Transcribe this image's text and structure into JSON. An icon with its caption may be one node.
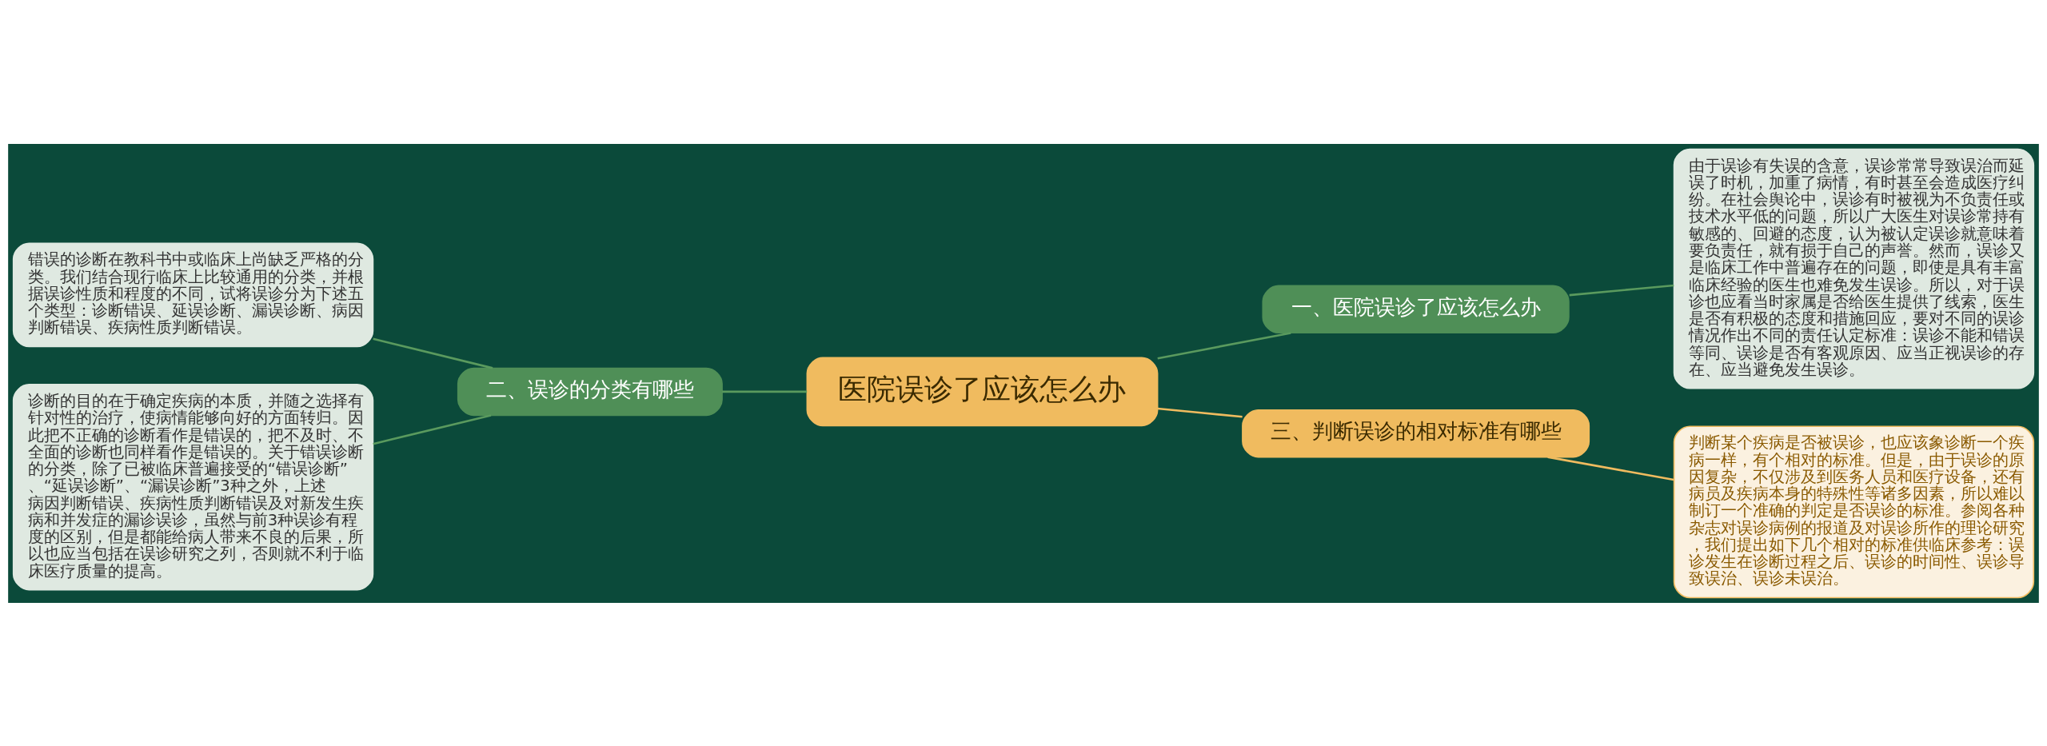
{
  "diagram": {
    "nodes": [
      {
        "text": [
          "医院误诊了应该怎么办"
        ]
      },
      {
        "text": [
          "一、医院误诊了应该怎么办"
        ]
      },
      {
        "text": [
          "由于误诊有失误的含意，误诊常常导致误治而延误了时机，加重了病情，有时甚至会造成医疗纠纷。在社会舆论中，误诊有时被视为不负责任或技术水平低的问题，所以广大医生对误诊常持有敏感的、回避的态度，认为被认定误诊就意味着要负责任，就有损于自己的声誉。然而，误诊又是临床工作中普遍存在的问题，即使是具有丰富临床经验的医生也难免发生误诊。所以，对于误诊也应看当时家属是否给医生提供了线索，医生是否有积极的态度和措施回应，要对不同的误诊情况作出不同的责任认定标准：误诊不能和错误等同、误诊是否有客观原因、应当正视误诊的存在、应当避免发生误诊。"
        ]
      },
      {
        "text": [
          "二、误诊的分类有哪些"
        ]
      },
      {
        "text": [
          "错误的诊断在教科书中或临床上尚缺乏严格的分类。我们结合现行临床上比较通用的分类，并根据误诊性质和程度的不同，试将误诊分为下述五个类型：诊断错误、延误诊断、漏误诊断、病因判断错误、疾病性质判断错误。"
        ]
      },
      {
        "text": [
          "诊断的目的在于确定疾病的本质，并随之选择有针对性的治疗，使病情能够向好的方面转归。因此把不正确的诊断看作是错误的，把不及时、不全面的诊断也同样看作是错误的。关于错误诊断的分类，除了已被临床普遍接受的“错误诊断”、“延误诊断”、“漏误诊断”3种之外，上述病因判断错误、疾病性质判断错误及对新发生疾病和并发症的漏诊误诊，虽然与前3种误诊有程度的区别，但是都能给病人带来不良的后果，所以也应当包括在误诊研究之列，否则就不利于临床医疗质量的提高。"
        ]
      },
      {
        "text": [
          "三、判断误诊的相对标准有哪些"
        ]
      },
      {
        "text": [
          "判断某个疾病是否被误诊，也应该象诊断一个疾病一样，有个相对的标准。但是，由于误诊的原因复杂，不仅涉及到医务人员和医疗设备，还有病员及疾病本身的特殊性等诸多因素，所以难以制订一个准确的判定是否误诊的标准。参阅各种杂志对误诊病例的报道及对误诊所作的理论研究，我们提出如下几个相对的标准供临床参考：误诊发生在诊断过程之后、误诊的时间性、误诊导致误治、误诊未误治。"
        ]
      }
    ],
    "edges": [
      {
        "from": 0,
        "to": 1,
        "arrow": "none"
      },
      {
        "from": 1,
        "to": 2,
        "arrow": "none"
      },
      {
        "from": 0,
        "to": 3,
        "arrow": "none"
      },
      {
        "from": 3,
        "to": 4,
        "arrow": "none"
      },
      {
        "from": 3,
        "to": 5,
        "arrow": "none"
      },
      {
        "from": 0,
        "to": 6,
        "arrow": "none",
        "color": "#f0bb5f"
      },
      {
        "from": 6,
        "to": 7,
        "arrow": "none",
        "color": "#f0bb5f"
      }
    ]
  }
}
